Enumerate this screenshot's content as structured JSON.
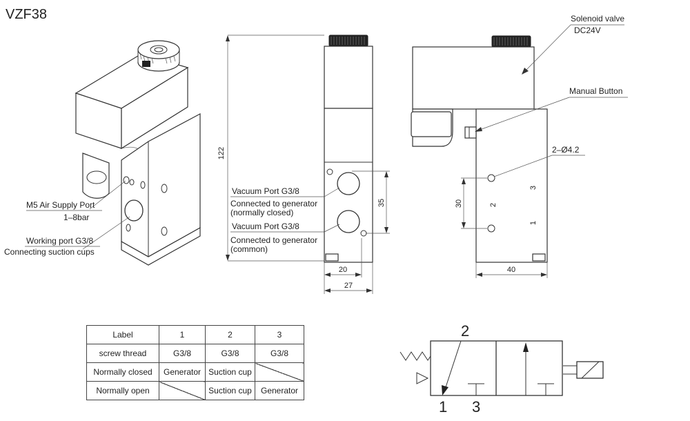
{
  "title": "VZF38",
  "left_view": {
    "air_supply_label": "M5 Air Supply Port",
    "air_supply_pressure": "1–8bar",
    "working_port_label": "Working port G3/8",
    "working_port_note": "Connecting suction cups"
  },
  "middle_view": {
    "height_dim": "122",
    "port_spacing_dim": "35",
    "width_dim_inner": "20",
    "width_dim_outer": "27",
    "vacuum_port_1": "Vacuum Port G3/8",
    "vacuum_port_1_note1": "Connected to generator",
    "vacuum_port_1_note2": "(normally closed)",
    "vacuum_port_2": "Vacuum Port G3/8",
    "vacuum_port_2_note1": "Connected to generator",
    "vacuum_port_2_note2": "(common)"
  },
  "right_view": {
    "solenoid_label": "Solenoid valve",
    "solenoid_voltage": "DC24V",
    "manual_button_label": "Manual Button",
    "hole_label": "2–Ø4.2",
    "hole_spacing_dim": "30",
    "width_dim": "40",
    "port_marks": [
      "3",
      "2",
      "1"
    ]
  },
  "table": {
    "header": [
      "Label",
      "1",
      "2",
      "3"
    ],
    "rows": [
      [
        "screw thread",
        "G3/8",
        "G3/8",
        "G3/8"
      ],
      [
        "Normally closed",
        "Generator",
        "Suction cup",
        ""
      ],
      [
        "Normally open",
        "",
        "Suction cup",
        "Generator"
      ]
    ]
  },
  "symbol": {
    "port_top": "2",
    "port_bottom_left": "1",
    "port_bottom_right": "3"
  }
}
